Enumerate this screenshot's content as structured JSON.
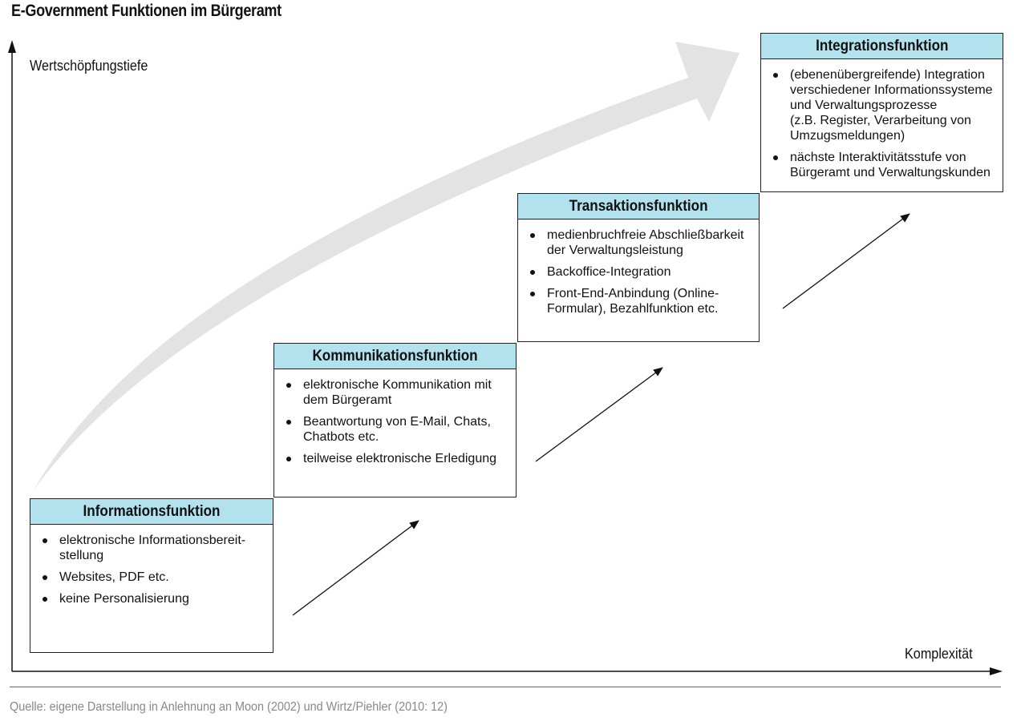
{
  "title": "E-Government Funktionen im Bürgeramt",
  "axes": {
    "y_label": "Wertschöpfungstiefe",
    "x_label": "Komplexität"
  },
  "boxes": [
    {
      "heading": "Informationsfunktion",
      "items": [
        "elektronische Informationsbereit-\nstellung",
        "Websites, PDF etc.",
        "keine Personalisierung"
      ]
    },
    {
      "heading": "Kommunikationsfunktion",
      "items": [
        "elektronische Kommunikation mit\ndem Bürgeramt",
        "Beantwortung von E-Mail, Chats,\nChatbots etc.",
        "teilweise elektronische Erledigung"
      ]
    },
    {
      "heading": "Transaktionsfunktion",
      "items": [
        "medienbruchfreie Abschließbarkeit\nder Verwaltungsleistung",
        "Backoffice-Integration",
        "Front-End-Anbindung (Online-\nFormular), Bezahlfunktion etc."
      ]
    },
    {
      "heading": "Integrationsfunktion",
      "items": [
        "(ebenenübergreifende) Integration\nverschiedener Informationssysteme\nund Verwaltungsprozesse\n(z.B. Register, Verarbeitung von\nUmzugsmeldungen)",
        "nächste Interaktivitätsstufe von\nBürgeramt und Verwaltungskunden"
      ]
    }
  ],
  "source": "Quelle: eigene Darstellung in Anlehnung an Moon (2002) und Wirtz/Piehler (2010: 12)",
  "colors": {
    "header_fill": "#b3e2ef",
    "big_arrow": "#e3e3e3",
    "source_text": "#888888"
  }
}
